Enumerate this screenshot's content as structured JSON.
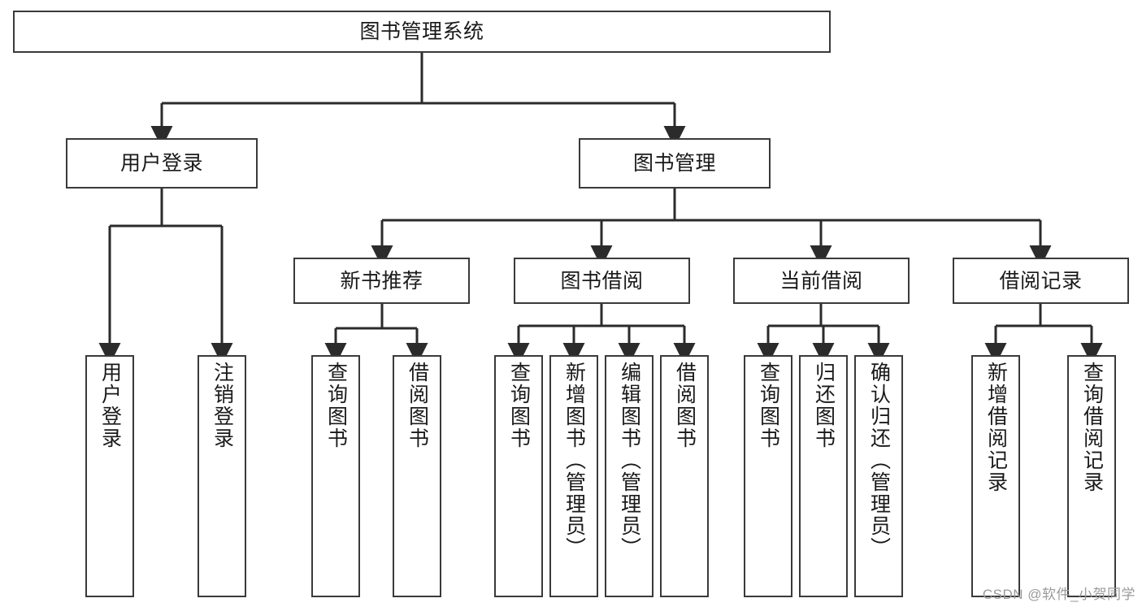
{
  "diagram": {
    "title": "图书管理系统",
    "type": "tree-hierarchy-diagram",
    "watermark": "CSDN @软件_小贺同学",
    "colors": {
      "box_border": "#3a3a3a",
      "box_fill": "#ffffff",
      "edge": "#2b2b2b",
      "text": "#1a1a1a",
      "watermark": "#9a9a9a",
      "background": "#ffffff"
    }
  },
  "nodes": {
    "root": {
      "label": "图书管理系统"
    },
    "level2": [
      {
        "id": "user-login",
        "label": "用户登录"
      },
      {
        "id": "book-management",
        "label": "图书管理"
      }
    ],
    "level3": [
      {
        "id": "new-book-recommend",
        "label": "新书推荐"
      },
      {
        "id": "book-borrow",
        "label": "图书借阅"
      },
      {
        "id": "current-borrow",
        "label": "当前借阅"
      },
      {
        "id": "borrow-record",
        "label": "借阅记录"
      }
    ],
    "leaves": {
      "user_login": [
        {
          "id": "leaf-user-login",
          "label": "用户登录"
        },
        {
          "id": "leaf-user-logout",
          "label": "注销登录"
        }
      ],
      "new_book_recommend": [
        {
          "id": "leaf-query-book-1",
          "label": "查询图书"
        },
        {
          "id": "leaf-borrow-book-1",
          "label": "借阅图书"
        }
      ],
      "book_borrow": [
        {
          "id": "leaf-query-book-2",
          "label": "查询图书"
        },
        {
          "id": "leaf-add-book",
          "label": "新增图书（管理员）"
        },
        {
          "id": "leaf-edit-book",
          "label": "编辑图书（管理员）"
        },
        {
          "id": "leaf-borrow-book-2",
          "label": "借阅图书"
        }
      ],
      "current_borrow": [
        {
          "id": "leaf-query-book-3",
          "label": "查询图书"
        },
        {
          "id": "leaf-return-book",
          "label": "归还图书"
        },
        {
          "id": "leaf-confirm-return",
          "label": "确认归还（管理员）"
        }
      ],
      "borrow_record": [
        {
          "id": "leaf-add-record",
          "label": "新增借阅记录"
        },
        {
          "id": "leaf-query-record",
          "label": "查询借阅记录"
        }
      ]
    }
  }
}
